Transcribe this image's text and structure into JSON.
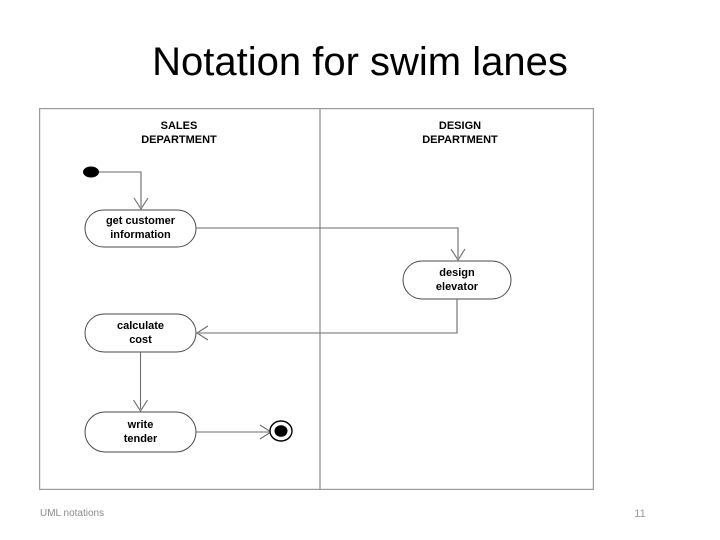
{
  "slide": {
    "title": "Notation for swim lanes",
    "footer_left": "UML notations",
    "page_number": "11"
  },
  "diagram": {
    "type": "uml-activity-swimlane",
    "lanes": [
      {
        "id": "sales",
        "name_line1": "SALES",
        "name_line2": "DEPARTMENT"
      },
      {
        "id": "design",
        "name_line1": "DESIGN",
        "name_line2": "DEPARTMENT"
      }
    ],
    "nodes": [
      {
        "id": "start",
        "kind": "initial-node",
        "lane": "sales",
        "label": ""
      },
      {
        "id": "get-customer-information",
        "kind": "activity",
        "lane": "sales",
        "label_line1": "get customer",
        "label_line2": "information"
      },
      {
        "id": "design-elevator",
        "kind": "activity",
        "lane": "design",
        "label_line1": "design",
        "label_line2": "elevator"
      },
      {
        "id": "calculate-cost",
        "kind": "activity",
        "lane": "sales",
        "label_line1": "calculate",
        "label_line2": "cost"
      },
      {
        "id": "write-tender",
        "kind": "activity",
        "lane": "sales",
        "label_line1": "write",
        "label_line2": "tender"
      },
      {
        "id": "end",
        "kind": "final-node",
        "lane": "sales",
        "label": ""
      }
    ],
    "transitions": [
      {
        "from": "start",
        "to": "get-customer-information"
      },
      {
        "from": "get-customer-information",
        "to": "design-elevator"
      },
      {
        "from": "design-elevator",
        "to": "calculate-cost"
      },
      {
        "from": "calculate-cost",
        "to": "write-tender"
      },
      {
        "from": "write-tender",
        "to": "end"
      }
    ]
  },
  "colors": {
    "frame_stroke": "#9a9a9a",
    "node_stroke": "#4a4a4a",
    "flow_stroke": "#6b6b6b",
    "text": "#000000",
    "footer_text": "#8c8c8c",
    "background": "#ffffff"
  }
}
